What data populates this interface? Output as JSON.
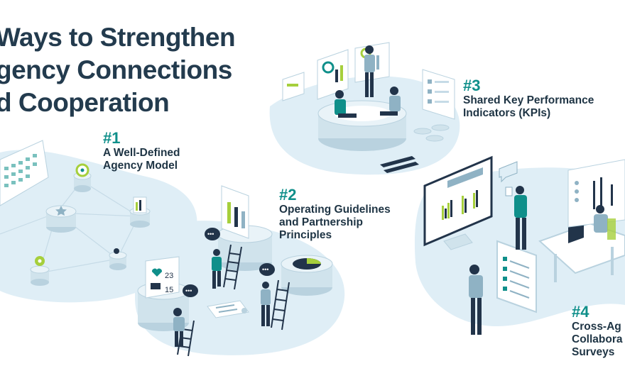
{
  "title": {
    "line1": "Ways to Strengthen",
    "line2": "gency Connections",
    "line3": "d Cooperation"
  },
  "steps": [
    {
      "num": "#1",
      "text": "A Well-Defined\nAgency Model"
    },
    {
      "num": "#2",
      "text": "Operating Guidelines\nand Partnership\nPrinciples"
    },
    {
      "num": "#3",
      "text": "Shared Key Performance\nIndicators (KPIs)"
    },
    {
      "num": "#4",
      "text": "Cross-Ag\nCollabora\nSurveys"
    }
  ],
  "card_counts": {
    "likes": "23",
    "comments": "15"
  },
  "colors": {
    "accent": "#0f8f8a",
    "title": "#233b4e",
    "blob": "#dfeef6",
    "lime": "#a6cf3c",
    "navy": "#22344a"
  }
}
